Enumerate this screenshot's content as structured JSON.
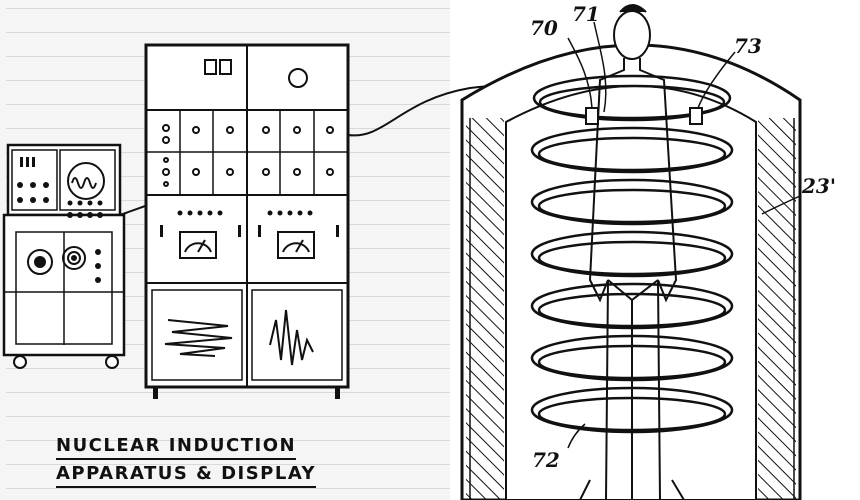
{
  "caption": {
    "line1": "NUCLEAR INDUCTION",
    "line2": "APPARATUS & DISPLAY"
  },
  "reference_numerals": {
    "n70": "70",
    "n71": "71",
    "n73": "73",
    "n23": "23'",
    "n72": "72"
  },
  "colors": {
    "ink": "#111111",
    "paper": "#ffffff",
    "background_page": "#f5f5f5"
  }
}
